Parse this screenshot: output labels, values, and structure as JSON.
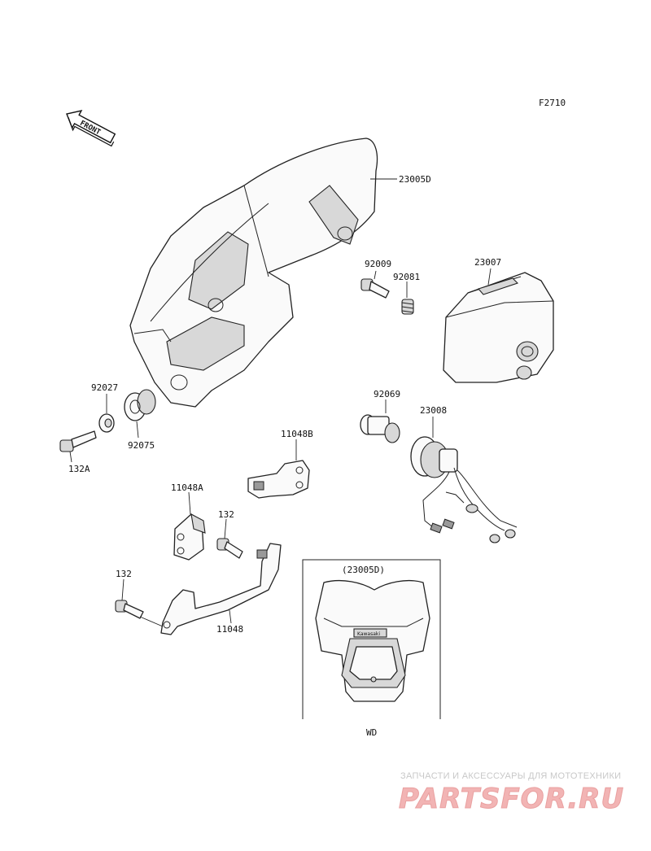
{
  "figure_code": "F2710",
  "front_arrow_label": "FRONT",
  "labels": {
    "headlight_cover": "23005D",
    "bulb": "23007",
    "screw": "92009",
    "spring": "92081",
    "socket": "92069",
    "socket_assy": "23008",
    "washer": "92027",
    "grommet": "92075",
    "bolt_a": "132A",
    "bracket_b": "11048B",
    "bracket_a": "11048A",
    "bolt_mid": "132",
    "bolt_left": "132",
    "bracket_main": "11048"
  },
  "inset": {
    "title": "(23005D)",
    "caption": "WD",
    "brand": "Kawasaki"
  },
  "watermark": {
    "tagline": "ЗАПЧАСТИ И АКСЕССУАРЫ ДЛЯ МОТОТЕХНИКИ",
    "logo": "PARTSFOR.RU"
  }
}
